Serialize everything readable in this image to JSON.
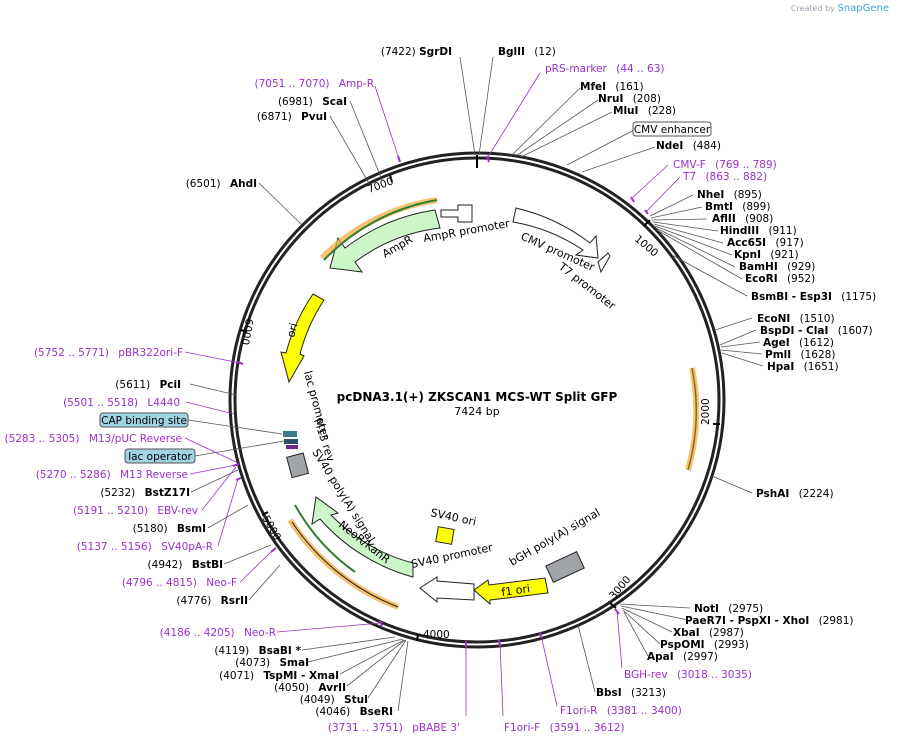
{
  "credit": {
    "prefix": "Created by",
    "brand": "SnapGene"
  },
  "plasmid": {
    "name": "pcDNA3.1(+) ZKSCAN1 MCS-WT Split GFP",
    "length": "7424 bp"
  },
  "ruler": [
    "1000",
    "2000",
    "3000",
    "4000",
    "5000",
    "6000",
    "7000"
  ],
  "features": [
    {
      "name": "AmpR promoter"
    },
    {
      "name": "AmpR"
    },
    {
      "name": "CMV promoter"
    },
    {
      "name": "T7 promoter"
    },
    {
      "name": "ori"
    },
    {
      "name": "lac promoter"
    },
    {
      "name": "M13 rev"
    },
    {
      "name": "SV40 poly(A) signal"
    },
    {
      "name": "NeoR/KanR"
    },
    {
      "name": "SV40 promoter"
    },
    {
      "name": "SV40 ori"
    },
    {
      "name": "f1 ori"
    },
    {
      "name": "bGH poly(A) signal"
    }
  ],
  "boxed_labels": [
    {
      "name": "CMV enhancer"
    },
    {
      "name": "CAP binding site"
    },
    {
      "name": "lac operator"
    }
  ],
  "sites": [
    {
      "name": "SgrDI",
      "coord": "(7422)"
    },
    {
      "name": "BglII",
      "coord": "(12)"
    },
    {
      "name": "MfeI",
      "coord": "(161)"
    },
    {
      "name": "NruI",
      "coord": "(208)"
    },
    {
      "name": "MluI",
      "coord": "(228)"
    },
    {
      "name": "NdeI",
      "coord": "(484)"
    },
    {
      "name": "NheI",
      "coord": "(895)"
    },
    {
      "name": "BmtI",
      "coord": "(899)"
    },
    {
      "name": "AflII",
      "coord": "(908)"
    },
    {
      "name": "HindIII",
      "coord": "(911)"
    },
    {
      "name": "Acc65I",
      "coord": "(917)"
    },
    {
      "name": "KpnI",
      "coord": "(921)"
    },
    {
      "name": "BamHI",
      "coord": "(929)"
    },
    {
      "name": "EcoRI",
      "coord": "(952)"
    },
    {
      "name": "BsmBI - Esp3I",
      "coord": "(1175)"
    },
    {
      "name": "EcoNI",
      "coord": "(1510)"
    },
    {
      "name": "BspDI - ClaI",
      "coord": "(1607)"
    },
    {
      "name": "AgeI",
      "coord": "(1612)"
    },
    {
      "name": "PmlI",
      "coord": "(1628)"
    },
    {
      "name": "HpaI",
      "coord": "(1651)"
    },
    {
      "name": "PshAI",
      "coord": "(2224)"
    },
    {
      "name": "NotI",
      "coord": "(2975)"
    },
    {
      "name": "PaeR7I - PspXI - XhoI",
      "coord": "(2981)"
    },
    {
      "name": "XbaI",
      "coord": "(2987)"
    },
    {
      "name": "PspOMI",
      "coord": "(2993)"
    },
    {
      "name": "ApaI",
      "coord": "(2997)"
    },
    {
      "name": "BbsI",
      "coord": "(3213)"
    },
    {
      "name": "BseRI",
      "coord": "(4046)"
    },
    {
      "name": "StuI",
      "coord": "(4049)"
    },
    {
      "name": "AvrII",
      "coord": "(4050)"
    },
    {
      "name": "TspMI - XmaI",
      "coord": "(4071)"
    },
    {
      "name": "SmaI",
      "coord": "(4073)"
    },
    {
      "name": "BsaBI *",
      "coord": "(4119)"
    },
    {
      "name": "RsrII",
      "coord": "(4776)"
    },
    {
      "name": "BstBI",
      "coord": "(4942)"
    },
    {
      "name": "BsmI",
      "coord": "(5180)"
    },
    {
      "name": "BstZ17I",
      "coord": "(5232)"
    },
    {
      "name": "PciI",
      "coord": "(5611)"
    },
    {
      "name": "AhdI",
      "coord": "(6501)"
    },
    {
      "name": "PvuI",
      "coord": "(6871)"
    },
    {
      "name": "ScaI",
      "coord": "(6981)"
    }
  ],
  "primers": [
    {
      "name": "pRS-marker",
      "coord": "(44 .. 63)"
    },
    {
      "name": "CMV-F",
      "coord": "(769 .. 789)"
    },
    {
      "name": "T7",
      "coord": "(863 .. 882)"
    },
    {
      "name": "BGH-rev",
      "coord": "(3018 .. 3035)"
    },
    {
      "name": "F1ori-R",
      "coord": "(3381 .. 3400)"
    },
    {
      "name": "F1ori-F",
      "coord": "(3591 .. 3612)"
    },
    {
      "name": "pBABE 3'",
      "coord": "(3731 .. 3751)"
    },
    {
      "name": "Neo-R",
      "coord": "(4186 .. 4205)"
    },
    {
      "name": "Neo-F",
      "coord": "(4796 .. 4815)"
    },
    {
      "name": "SV40pA-R",
      "coord": "(5137 .. 5156)"
    },
    {
      "name": "EBV-rev",
      "coord": "(5191 .. 5210)"
    },
    {
      "name": "M13 Reverse",
      "coord": "(5270 .. 5286)"
    },
    {
      "name": "M13/pUC Reverse",
      "coord": "(5283 .. 5305)"
    },
    {
      "name": "L4440",
      "coord": "(5501 .. 5518)"
    },
    {
      "name": "pBR322ori-F",
      "coord": "(5752 .. 5771)"
    },
    {
      "name": "Amp-R",
      "coord": "(7051 .. 7070)"
    }
  ],
  "colors": {
    "backbone": "#222222",
    "primer": "#9a2fc9",
    "ampr": "#ccf5c8",
    "ori": "#ffff00",
    "neo": "#ccf5c8",
    "orange": "#f2a93b",
    "gray": "#a0a4a8",
    "box": "#9fd3e0"
  }
}
